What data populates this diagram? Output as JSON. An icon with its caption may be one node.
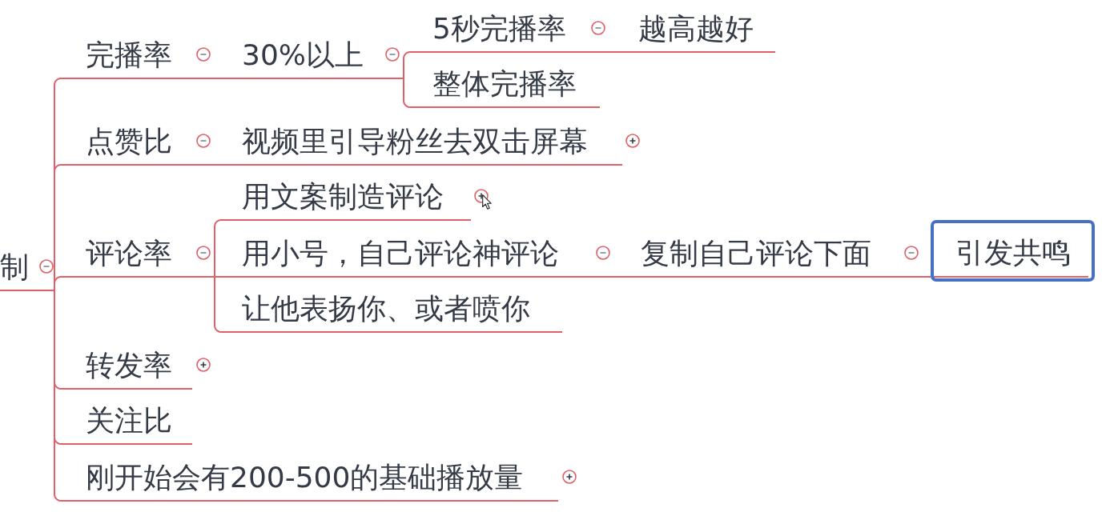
{
  "diagram": {
    "nodes": [
      {
        "text": [
          "制"
        ]
      },
      {
        "text": [
          "完播率"
        ]
      },
      {
        "text": [
          "30%以上"
        ]
      },
      {
        "text": [
          "5秒完播率"
        ]
      },
      {
        "text": [
          "越高越好"
        ]
      },
      {
        "text": [
          "整体完播率"
        ]
      },
      {
        "text": [
          "点赞比"
        ]
      },
      {
        "text": [
          "视频里引导粉丝去双击屏幕"
        ]
      },
      {
        "text": [
          "评论率"
        ]
      },
      {
        "text": [
          "用文案制造评论"
        ]
      },
      {
        "text": [
          "用小号，自己评论神评论"
        ]
      },
      {
        "text": [
          "复制自己评论下面"
        ]
      },
      {
        "text": [
          "引发共鸣"
        ]
      },
      {
        "text": [
          "让他表扬你、或者喷你"
        ]
      },
      {
        "text": [
          "转发率"
        ]
      },
      {
        "text": [
          "关注比"
        ]
      },
      {
        "text": [
          "刚开始会有200-500的基础播放量"
        ]
      }
    ],
    "edges": [
      {
        "from": 0,
        "to": 1,
        "arrow": "none"
      },
      {
        "from": 1,
        "to": 2,
        "arrow": "none"
      },
      {
        "from": 2,
        "to": 3,
        "arrow": "none"
      },
      {
        "from": 3,
        "to": 4,
        "arrow": "none"
      },
      {
        "from": 2,
        "to": 5,
        "arrow": "none"
      },
      {
        "from": 0,
        "to": 6,
        "arrow": "none"
      },
      {
        "from": 6,
        "to": 7,
        "arrow": "none"
      },
      {
        "from": 0,
        "to": 8,
        "arrow": "none"
      },
      {
        "from": 8,
        "to": 9,
        "arrow": "none"
      },
      {
        "from": 8,
        "to": 10,
        "arrow": "none"
      },
      {
        "from": 10,
        "to": 11,
        "arrow": "none"
      },
      {
        "from": 11,
        "to": 12,
        "arrow": "none"
      },
      {
        "from": 8,
        "to": 13,
        "arrow": "none"
      },
      {
        "from": 0,
        "to": 14,
        "arrow": "none"
      },
      {
        "from": 0,
        "to": 15,
        "arrow": "none"
      },
      {
        "from": 0,
        "to": 16,
        "arrow": "none"
      }
    ]
  }
}
